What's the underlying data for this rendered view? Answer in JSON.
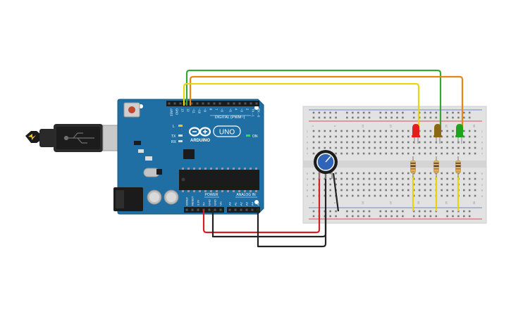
{
  "arduino": {
    "brand": "ARDUINO",
    "model": "UNO",
    "on_label": "ON",
    "digital_header": "DIGITAL (PWM~)",
    "power_header": "POWER",
    "analog_header": "ANALOG IN",
    "led_labels": [
      "L",
      "TX",
      "RX"
    ],
    "top_pins": [
      "AREF",
      "GND",
      "13",
      "12",
      "~11",
      "~10",
      "~9",
      "8",
      "7",
      "~6",
      "~5",
      "4",
      "~3",
      "2",
      "TX→1",
      "RX←0"
    ],
    "power_pins": [
      "IOREF",
      "RESET",
      "3.3V",
      "5V",
      "GND",
      "GND",
      "Vin"
    ],
    "analog_pins": [
      "A0",
      "A1",
      "A2",
      "A3",
      "A4",
      "A5"
    ]
  },
  "breadboard": {
    "row_letters_left": [
      "j",
      "i",
      "h",
      "g",
      "f",
      "e",
      "d",
      "c",
      "b",
      "a"
    ],
    "column_numbers": [
      "1",
      "5",
      "10",
      "15",
      "20",
      "25",
      "30"
    ]
  },
  "components": {
    "leds": [
      {
        "name": "red-led",
        "color": "#e21f1f"
      },
      {
        "name": "yellow-led",
        "color": "#8b6914"
      },
      {
        "name": "green-led",
        "color": "#1fa31f"
      }
    ],
    "potentiometer_color": "#2f64b8",
    "resistor_count": 3
  },
  "wires": {
    "colors": {
      "green": "#35a535",
      "orange": "#e8860f",
      "yellow": "#e8d40f",
      "red": "#d42020",
      "black": "#222222"
    }
  }
}
